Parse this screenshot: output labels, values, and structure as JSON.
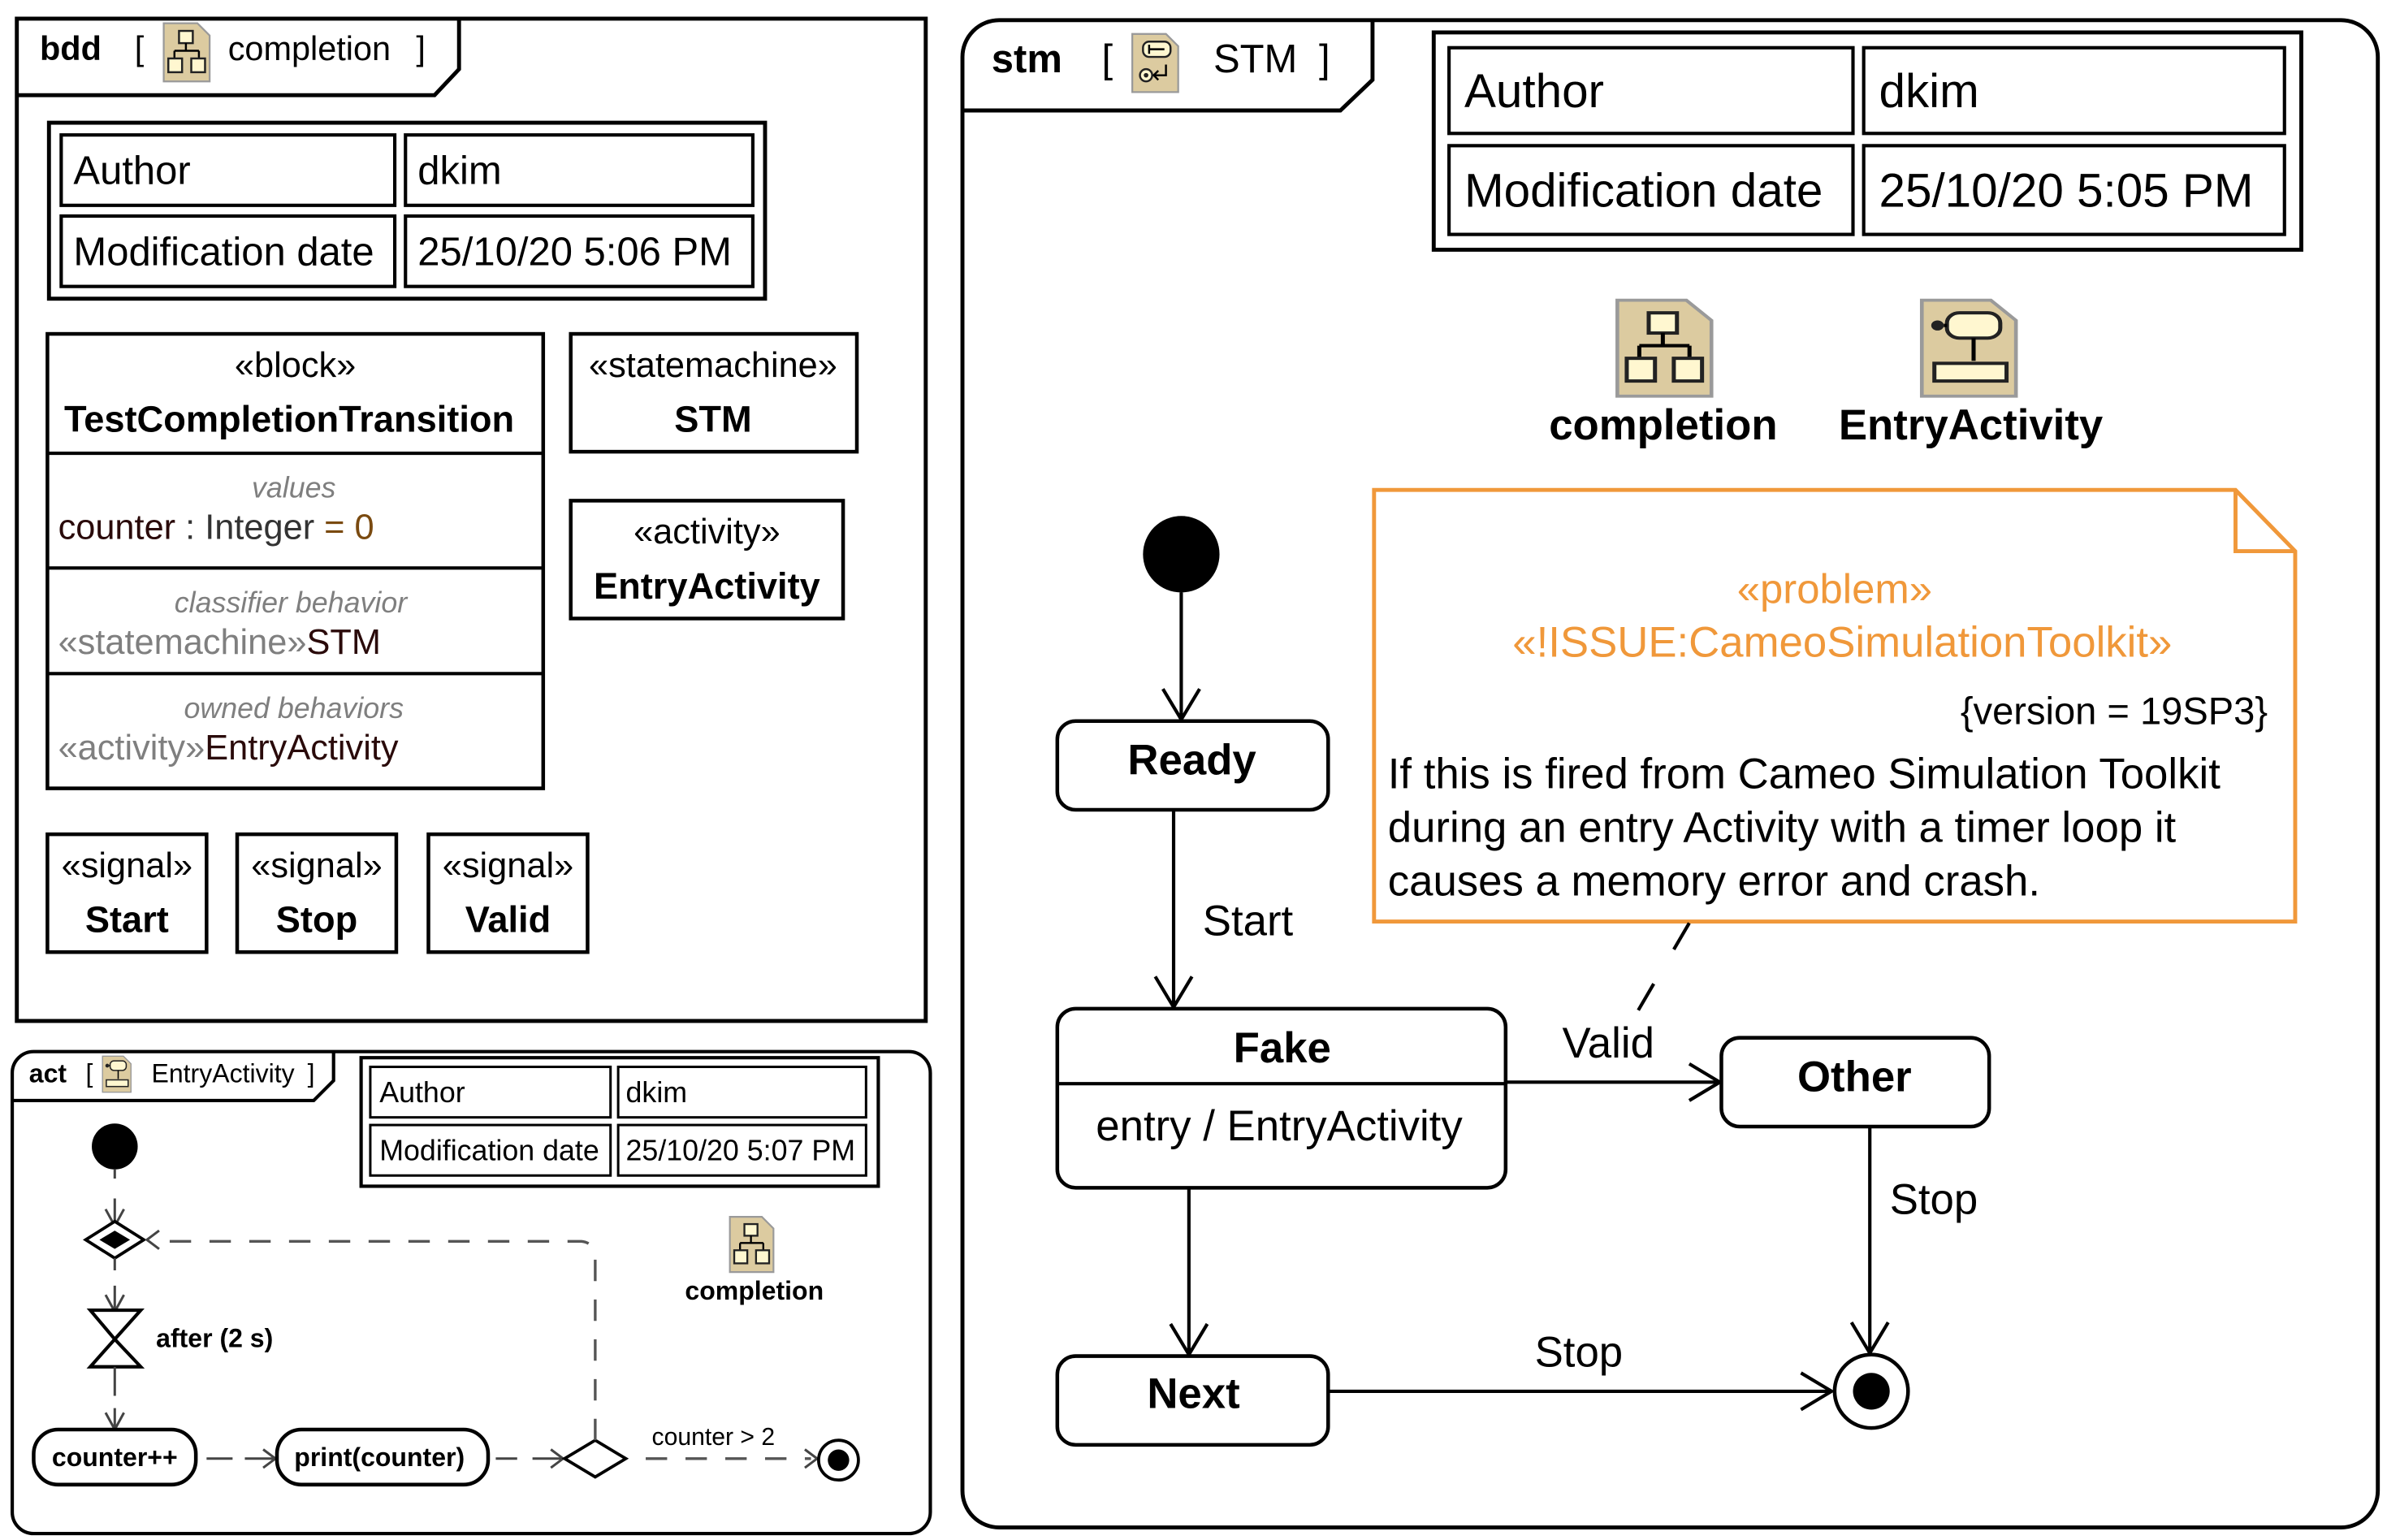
{
  "bdd": {
    "kind": "bdd",
    "name": "completion",
    "icon": "block-definition-diagram-icon",
    "info_table": [
      {
        "label": "Author",
        "value": "dkim"
      },
      {
        "label": "Modification date",
        "value": "25/10/20 5:06 PM"
      }
    ],
    "block": {
      "stereotype": "«block»",
      "name": "TestCompletionTransition",
      "values_header": "values",
      "values": {
        "name": "counter",
        "sep": " : ",
        "type": "Integer",
        "eq": " = ",
        "default": "0"
      },
      "classifier_header": "classifier behavior",
      "classifier": {
        "stereotype": "«statemachine»",
        "name": "STM"
      },
      "owned_header": "owned behaviors",
      "owned": {
        "stereotype": "«activity»",
        "name": "EntryActivity"
      }
    },
    "statemachine": {
      "stereotype": "«statemachine»",
      "name": "STM"
    },
    "activity": {
      "stereotype": "«activity»",
      "name": "EntryActivity"
    },
    "signals": [
      {
        "stereotype": "«signal»",
        "name": "Start"
      },
      {
        "stereotype": "«signal»",
        "name": "Stop"
      },
      {
        "stereotype": "«signal»",
        "name": "Valid"
      }
    ]
  },
  "act": {
    "kind": "act",
    "name": "EntryActivity",
    "icon": "activity-diagram-icon",
    "info_table": [
      {
        "label": "Author",
        "value": "dkim"
      },
      {
        "label": "Modification date",
        "value": "25/10/20 5:07 PM"
      }
    ],
    "timer_label": "after (2 s)",
    "actions": [
      "counter++",
      "print(counter)"
    ],
    "guard": "counter > 2",
    "diagram_link": "completion"
  },
  "stm": {
    "kind": "stm",
    "name": "STM",
    "icon": "state-machine-diagram-icon",
    "info_table": [
      {
        "label": "Author",
        "value": "dkim"
      },
      {
        "label": "Modification date",
        "value": "25/10/20 5:05 PM"
      }
    ],
    "diagram_links": [
      "completion",
      "EntryActivity"
    ],
    "states": {
      "ready": "Ready",
      "fake": "Fake",
      "fake_entry": "entry / EntryActivity",
      "other": "Other",
      "next": "Next"
    },
    "transitions": {
      "ready_fake": "Start",
      "fake_other": "Valid",
      "other_final": "Stop",
      "next_final": "Stop"
    },
    "note": {
      "stereotype1": "«problem»",
      "stereotype2": "«!ISSUE:CameoSimulationToolkit»",
      "tag": "{version = 19SP3}",
      "lines": [
        "If this is fired from Cameo Simulation Toolkit",
        "during an entry Activity with a timer loop it",
        "causes a memory error and crash."
      ],
      "color": "#f0983a"
    }
  }
}
